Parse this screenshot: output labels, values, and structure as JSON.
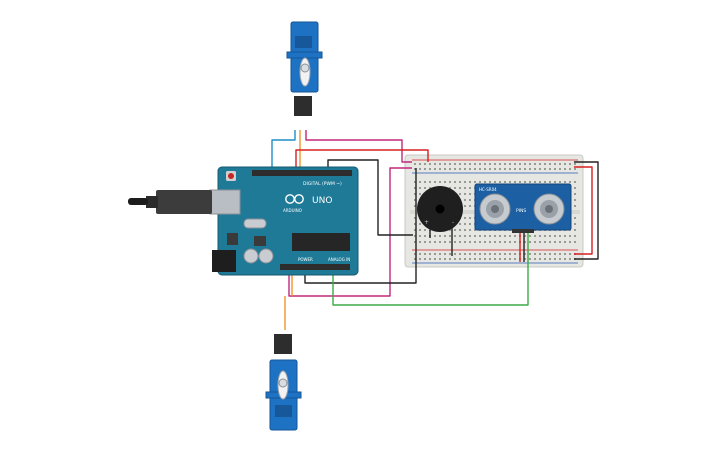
{
  "arduino": {
    "model": "UNO",
    "brand": "ARDUINO",
    "header_digital": "DIGITAL (PWM ~)",
    "header_power": "POWER",
    "header_analog": "ANALOG IN",
    "color": "#1f7a98"
  },
  "sensor": {
    "model": "HC-SR04",
    "pins_label": "PINS",
    "color": "#1c5fa3"
  },
  "colors": {
    "wire_black": "#222222",
    "wire_red": "#d62020",
    "wire_magenta": "#c2287a",
    "wire_blue": "#1e8fc7",
    "wire_orange": "#f0932b",
    "wire_green": "#3daa48",
    "servo_blue": "#1e72c3",
    "breadboard": "#e8e8e4"
  },
  "icons": {
    "servo_top": "servo-motor-icon",
    "servo_bottom": "servo-motor-icon",
    "buzzer": "piezo-buzzer-icon",
    "usb": "usb-plug-icon"
  }
}
